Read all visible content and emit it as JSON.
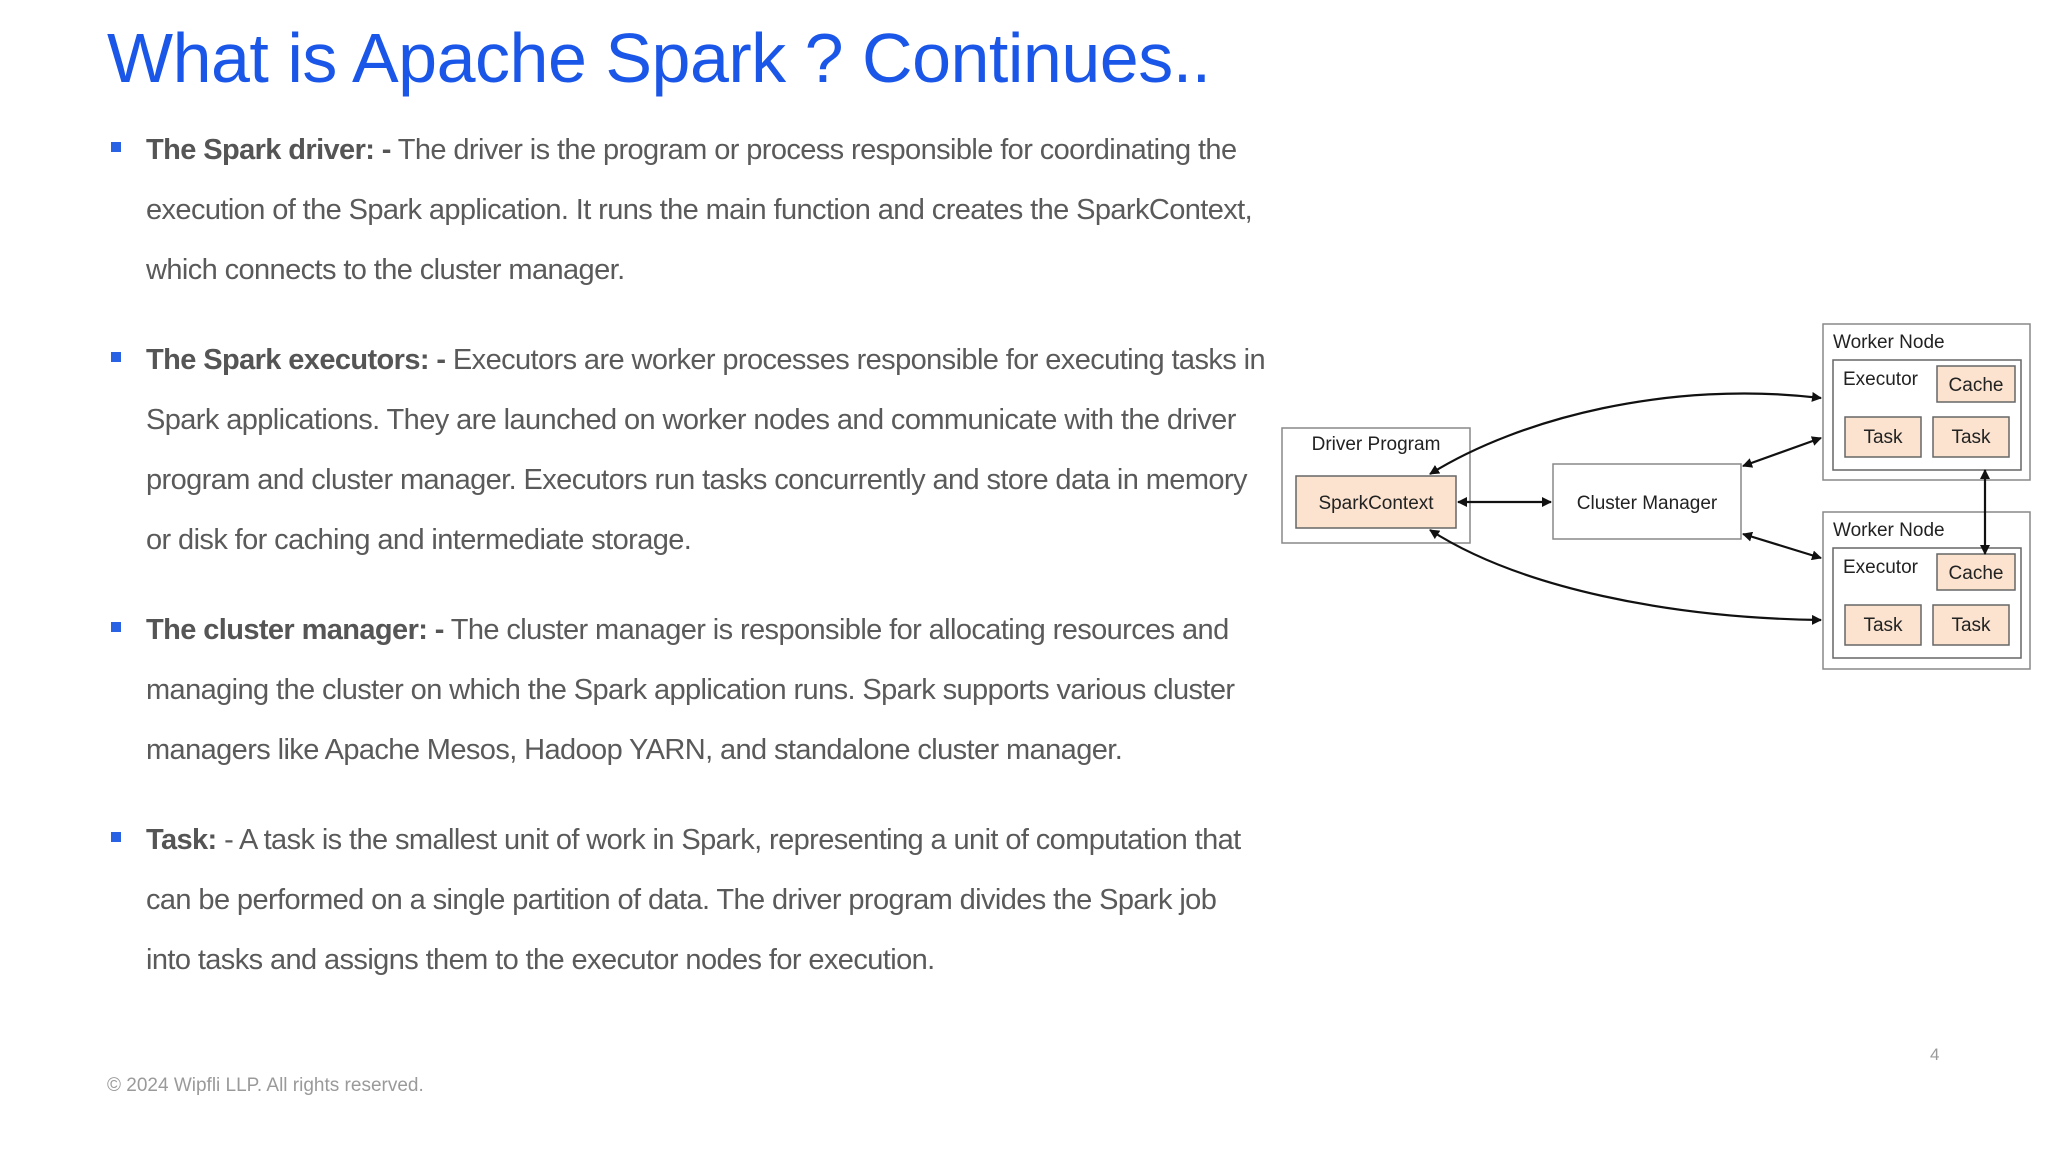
{
  "title": "What is Apache Spark ? Continues..",
  "bullets": [
    {
      "term": "The Spark driver: -",
      "text": " The driver is the program or process responsible for coordinating the execution of the Spark application. It runs the main function and creates the SparkContext, which connects to the cluster manager."
    },
    {
      "term": "The Spark executors: -",
      "text": " Executors are worker processes responsible for executing tasks in Spark applications. They are launched on worker nodes and communicate with the driver program and cluster manager. Executors run tasks concurrently and store data in memory or disk for caching and intermediate storage."
    },
    {
      "term": "The cluster manager: -",
      "text": " The cluster manager is responsible for allocating resources and managing the cluster on which the Spark application runs. Spark supports various cluster managers like Apache Mesos, Hadoop YARN, and standalone cluster manager."
    },
    {
      "term": "Task:",
      "text": " - A task is the smallest unit of work in Spark, representing a unit of computation that can be performed on a single partition of data. The driver program divides the Spark job into tasks and assigns them to the executor nodes for execution."
    }
  ],
  "diagram": {
    "driver_program": "Driver Program",
    "spark_context": "SparkContext",
    "cluster_manager": "Cluster Manager",
    "worker_nodes": [
      {
        "label": "Worker Node",
        "executor": "Executor",
        "cache": "Cache",
        "tasks": [
          "Task",
          "Task"
        ]
      },
      {
        "label": "Worker Node",
        "executor": "Executor",
        "cache": "Cache",
        "tasks": [
          "Task",
          "Task"
        ]
      }
    ],
    "box_fill": "#fbe3cf"
  },
  "footer": "© 2024 Wipfli LLP. All rights reserved.",
  "page_number": "4",
  "colors": {
    "title": "#1a56e8",
    "bullet": "#2a62e6",
    "body_text": "#5a5a5a",
    "footer": "#9a9a9a"
  }
}
